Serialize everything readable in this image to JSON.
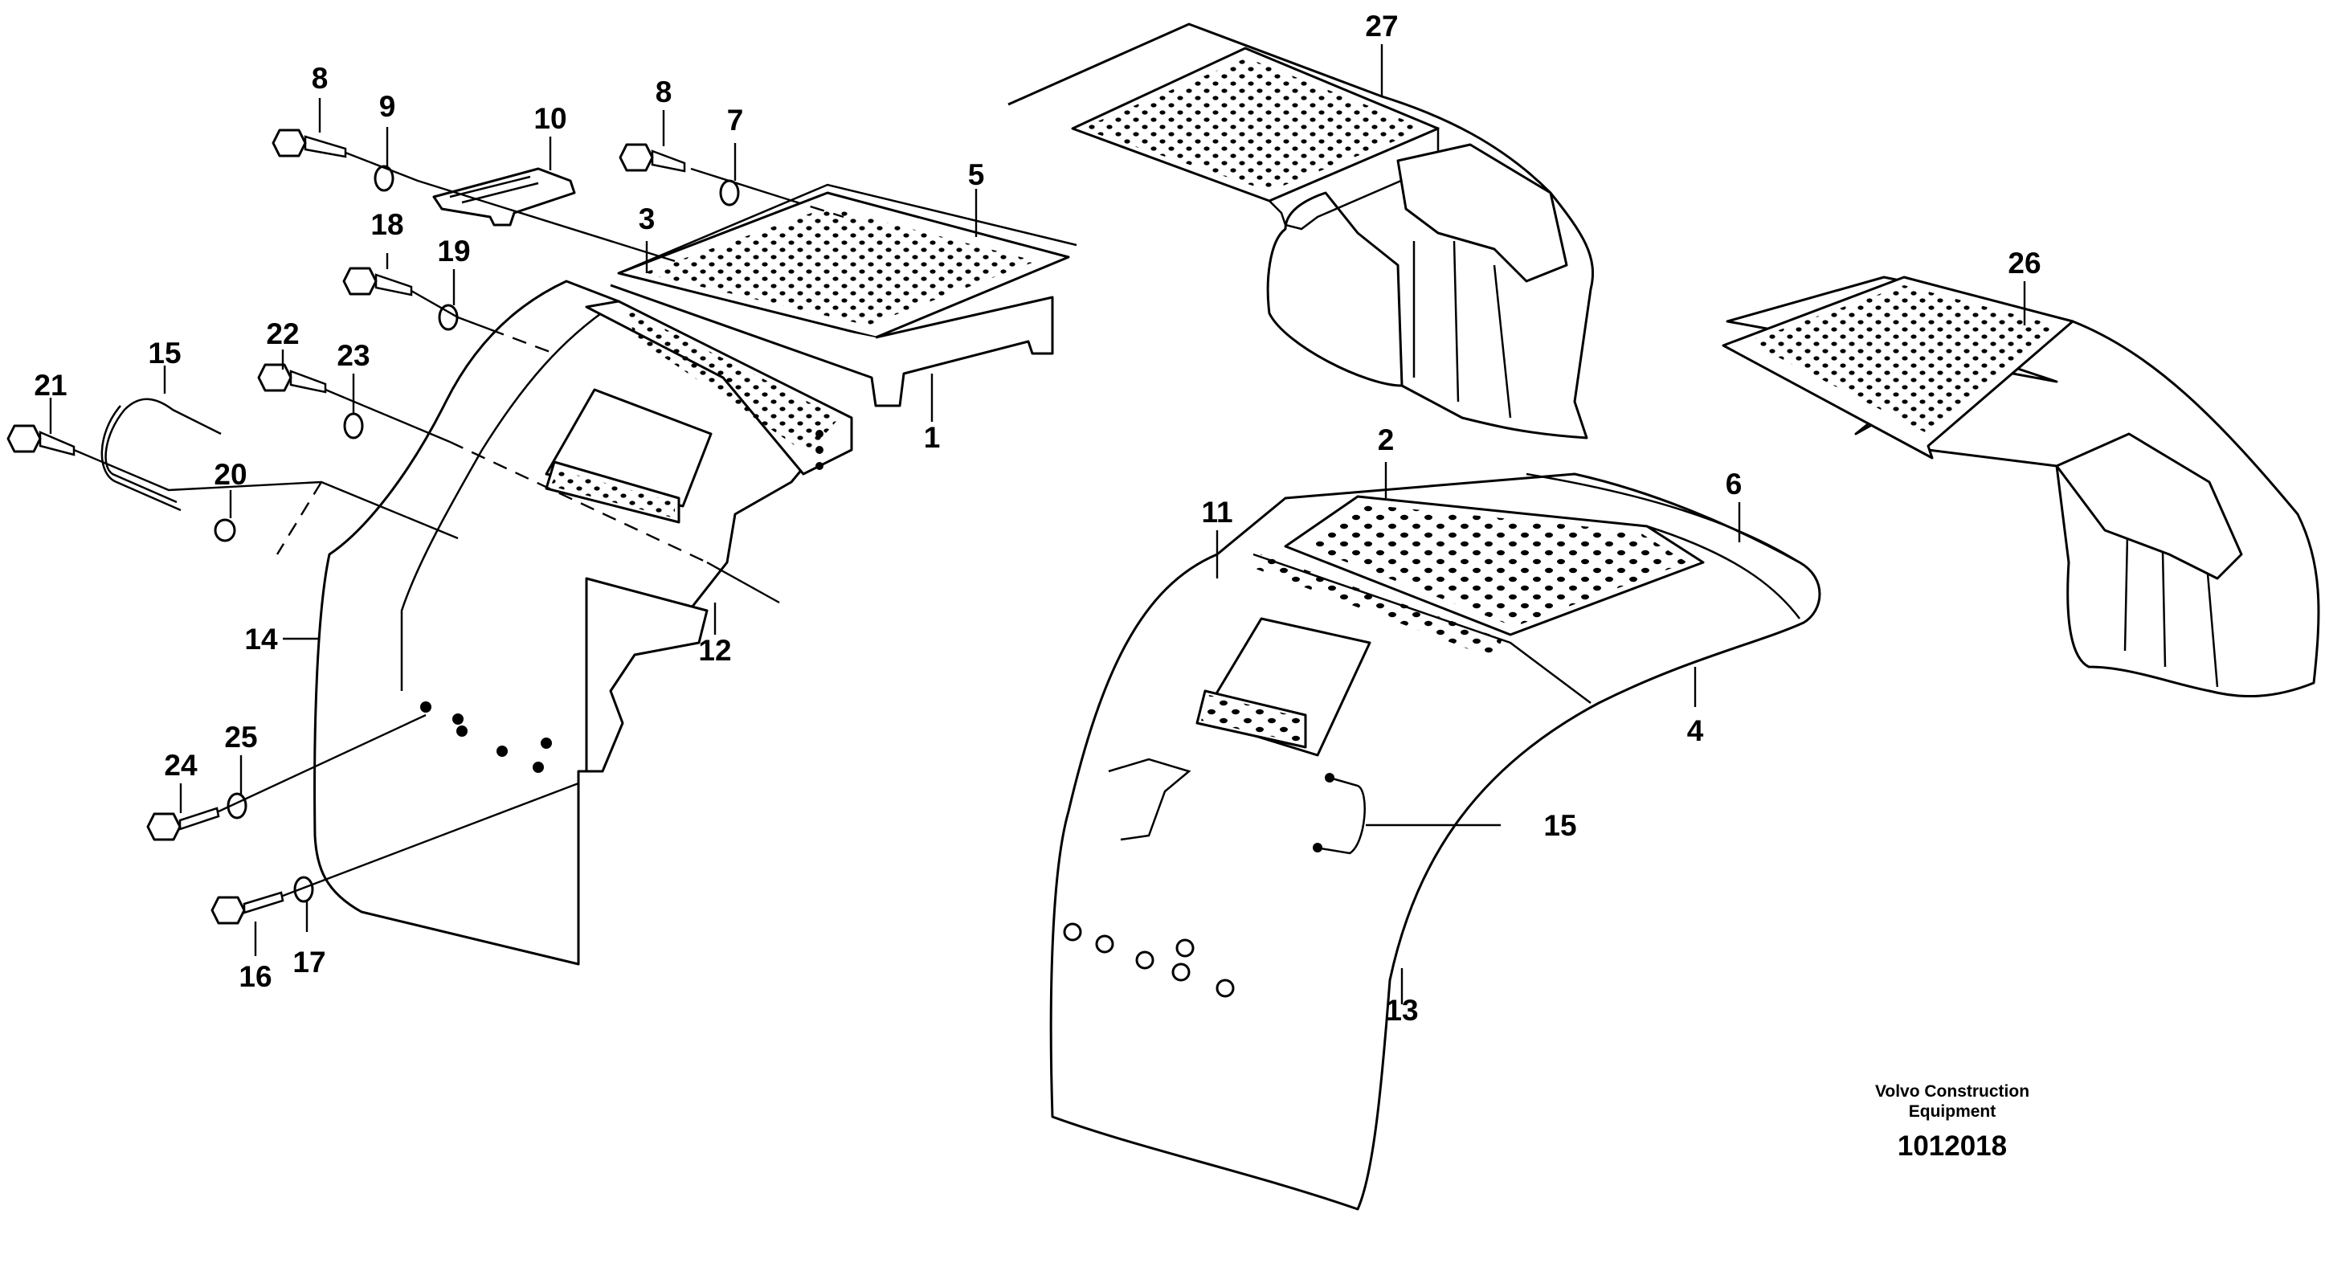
{
  "callouts": {
    "c1": "1",
    "c2": "2",
    "c3": "3",
    "c4": "4",
    "c5": "5",
    "c6": "6",
    "c7": "7",
    "c8a": "8",
    "c8b": "8",
    "c9": "9",
    "c10": "10",
    "c11": "11",
    "c12": "12",
    "c13": "13",
    "c14": "14",
    "c15a": "15",
    "c15b": "15",
    "c16": "16",
    "c17": "17",
    "c18": "18",
    "c19": "19",
    "c20": "20",
    "c21": "21",
    "c22": "22",
    "c23": "23",
    "c24": "24",
    "c25": "25",
    "c26": "26",
    "c27": "27"
  },
  "footer": {
    "brand_line1": "Volvo Construction",
    "brand_line2": "Equipment",
    "drawing_number": "1012018"
  }
}
